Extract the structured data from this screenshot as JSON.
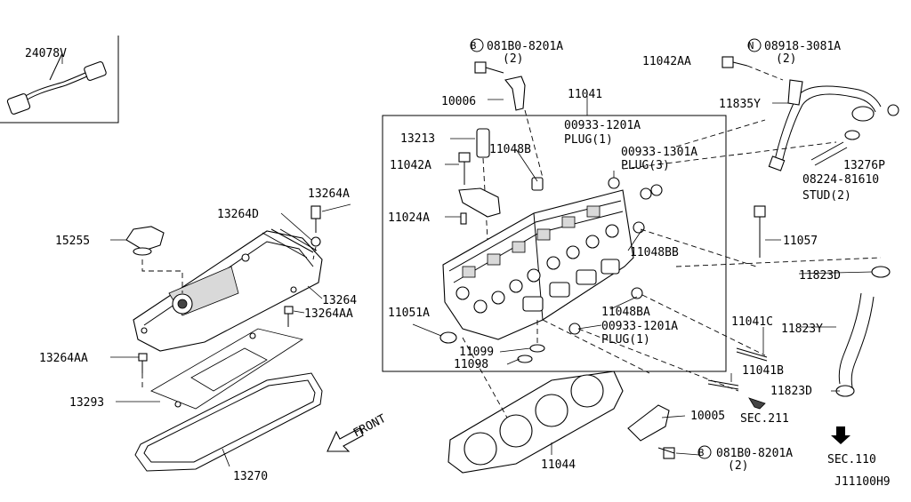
{
  "labels": {
    "p24078v": "24078V",
    "p081b0_top": "081B0-8201A",
    "p081b0_top_qty": "(2)",
    "p081b0_bot": "081B0-8201A",
    "p081b0_bot_qty": "(2)",
    "circle_b": "B",
    "circle_n": "N",
    "p08918": "08918-3081A",
    "p08918_qty": "(2)",
    "p11042aa": "11042AA",
    "p10006": "10006",
    "p11041": "11041",
    "p11835y": "11835Y",
    "p00933_1201a_top": "00933-1201A",
    "plug1_top": "PLUG(1)",
    "p13213": "13213",
    "p11048b": "11048B",
    "p00933_1301a": "00933-1301A",
    "plug3": "PLUG(3)",
    "p13276p": "13276P",
    "p11042a": "11042A",
    "p08224": "08224-81610",
    "stud2": "STUD(2)",
    "p13264a": "13264A",
    "p13264d": "13264D",
    "p11024a": "11024A",
    "p11057": "11057",
    "p15255": "15255",
    "p11048bb": "11048BB",
    "p11823d_top": "11823D",
    "p13264": "13264",
    "p11051a": "11051A",
    "p11048ba": "11048BA",
    "p13264aa_right": "13264AA",
    "p11041c": "11041C",
    "p11823y": "11823Y",
    "p00933_1201a_bot": "00933-1201A",
    "plug1_bot": "PLUG(1)",
    "p11099": "11099",
    "p13264aa_left": "13264AA",
    "p11098": "11098",
    "p11041b": "11041B",
    "p11823d_bot": "11823D",
    "p13293": "13293",
    "front": "FRONT",
    "p10005": "10005",
    "sec211": "SEC.211",
    "p11044": "11044",
    "sec110": "SEC.110",
    "p13270": "13270",
    "diagram_id": "J11100H9"
  },
  "icons": {
    "front_arrow": "front-arrow-icon",
    "sec_arrow": "section-arrow-icon"
  },
  "colors": {
    "ink": "#000000",
    "paper": "#ffffff",
    "shade": "#d9d9d9"
  }
}
